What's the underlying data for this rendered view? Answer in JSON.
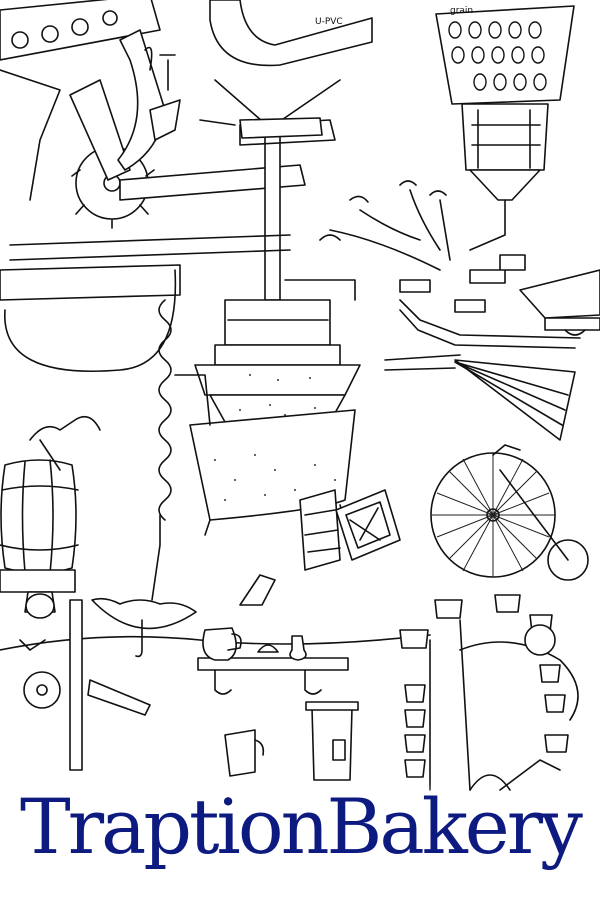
{
  "title": "TraptionBakery",
  "labels": {
    "pipe": "U-PVC",
    "hopper": "grain"
  },
  "colors": {
    "title": "#0d1a80",
    "ink": "#111111",
    "background": "#ffffff"
  }
}
